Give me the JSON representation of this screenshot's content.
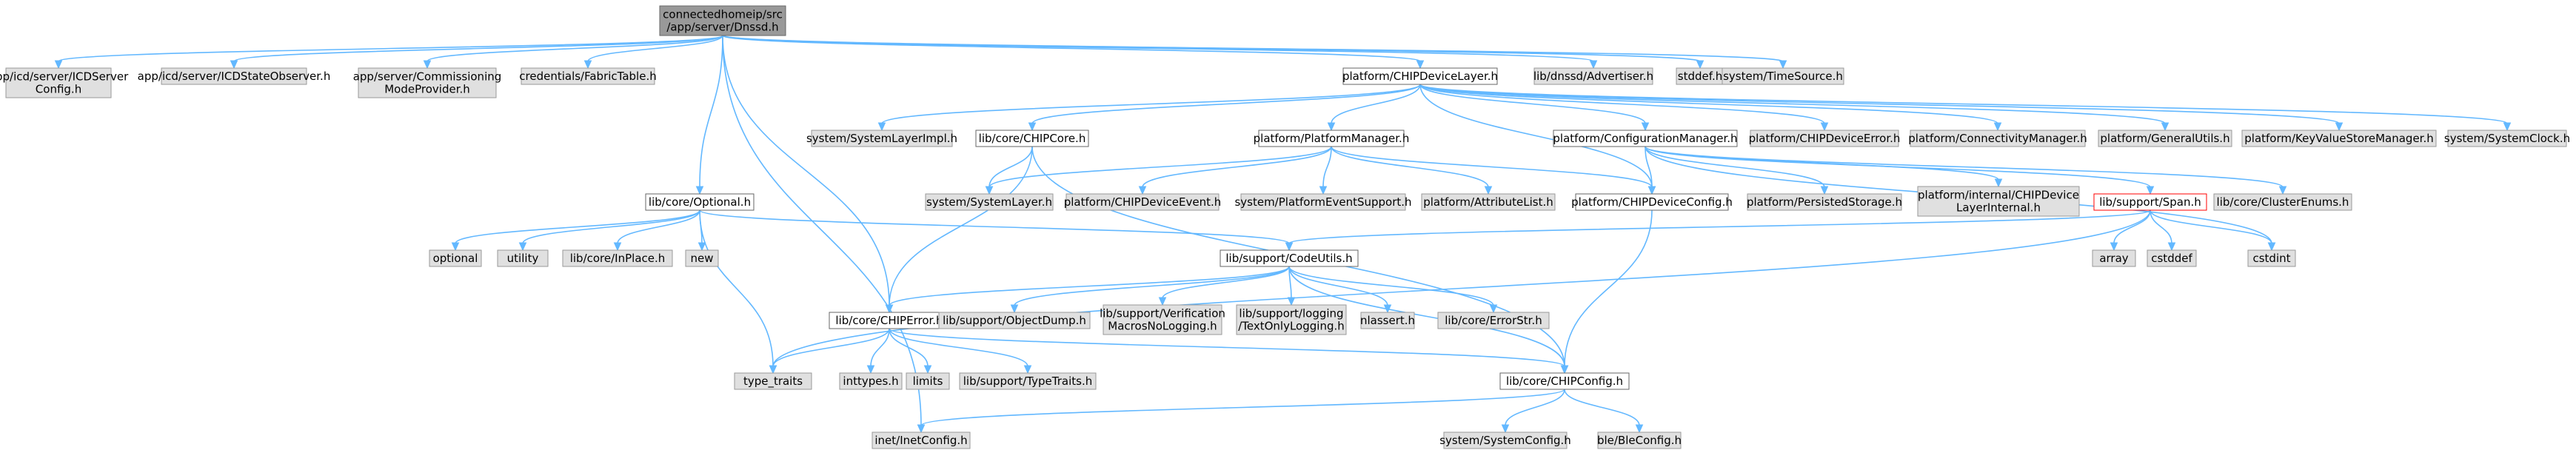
{
  "style": {
    "edge_color": "#63b8ff",
    "root_fill": "#999999",
    "root_stroke": "#666666",
    "linked_fill": "#ffffff",
    "linked_stroke": "#666666",
    "external_fill": "#e0e0e0",
    "external_stroke": "#999999",
    "highlight_stroke": "#ff0000",
    "highlight_text": "#ff0000"
  },
  "nodes": [
    {
      "id": "root",
      "kind": "root",
      "lines": [
        "connectedhomeip/src",
        "/app/server/Dnssd.h"
      ]
    },
    {
      "id": "icd_config",
      "kind": "external",
      "lines": [
        "app/icd/server/ICDServer",
        "Config.h"
      ]
    },
    {
      "id": "icd_observer",
      "kind": "external",
      "lines": [
        "app/icd/server/ICDStateObserver.h"
      ]
    },
    {
      "id": "commissioning",
      "kind": "external",
      "lines": [
        "app/server/Commissioning",
        "ModeProvider.h"
      ]
    },
    {
      "id": "fabric",
      "kind": "external",
      "lines": [
        "credentials/FabricTable.h"
      ]
    },
    {
      "id": "devicelayer",
      "kind": "linked",
      "lines": [
        "platform/CHIPDeviceLayer.h"
      ]
    },
    {
      "id": "advertiser",
      "kind": "external",
      "lines": [
        "lib/dnssd/Advertiser.h"
      ]
    },
    {
      "id": "stddef",
      "kind": "external",
      "lines": [
        "stddef.h"
      ]
    },
    {
      "id": "timesource",
      "kind": "external",
      "lines": [
        "system/TimeSource.h"
      ]
    },
    {
      "id": "syslayerimpl",
      "kind": "external",
      "lines": [
        "system/SystemLayerImpl.h"
      ]
    },
    {
      "id": "chipcore",
      "kind": "linked",
      "lines": [
        "lib/core/CHIPCore.h"
      ]
    },
    {
      "id": "platformmgr",
      "kind": "linked",
      "lines": [
        "platform/PlatformManager.h"
      ]
    },
    {
      "id": "configmgr",
      "kind": "linked",
      "lines": [
        "platform/ConfigurationManager.h"
      ]
    },
    {
      "id": "deviceerror",
      "kind": "external",
      "lines": [
        "platform/CHIPDeviceError.h"
      ]
    },
    {
      "id": "connmgr",
      "kind": "external",
      "lines": [
        "platform/ConnectivityManager.h"
      ]
    },
    {
      "id": "generalutils",
      "kind": "external",
      "lines": [
        "platform/GeneralUtils.h"
      ]
    },
    {
      "id": "kvstore",
      "kind": "external",
      "lines": [
        "platform/KeyValueStoreManager.h"
      ]
    },
    {
      "id": "sysclock",
      "kind": "external",
      "lines": [
        "system/SystemClock.h"
      ]
    },
    {
      "id": "optional",
      "kind": "linked",
      "lines": [
        "lib/core/Optional.h"
      ]
    },
    {
      "id": "syslayer",
      "kind": "external",
      "lines": [
        "system/SystemLayer.h"
      ]
    },
    {
      "id": "deviceevent",
      "kind": "external",
      "lines": [
        "platform/CHIPDeviceEvent.h"
      ]
    },
    {
      "id": "eventsupport",
      "kind": "external",
      "lines": [
        "system/PlatformEventSupport.h"
      ]
    },
    {
      "id": "attrlist",
      "kind": "external",
      "lines": [
        "platform/AttributeList.h"
      ]
    },
    {
      "id": "deviceconfig",
      "kind": "linked",
      "lines": [
        "platform/CHIPDeviceConfig.h"
      ]
    },
    {
      "id": "persisted",
      "kind": "external",
      "lines": [
        "platform/PersistedStorage.h"
      ]
    },
    {
      "id": "devlayerint",
      "kind": "external",
      "lines": [
        "platform/internal/CHIPDevice",
        "LayerInternal.h"
      ]
    },
    {
      "id": "span",
      "kind": "highlight",
      "lines": [
        "lib/support/Span.h"
      ]
    },
    {
      "id": "clusterenums",
      "kind": "external",
      "lines": [
        "lib/core/ClusterEnums.h"
      ]
    },
    {
      "id": "std_optional",
      "kind": "external",
      "lines": [
        "optional"
      ]
    },
    {
      "id": "utility",
      "kind": "external",
      "lines": [
        "utility"
      ]
    },
    {
      "id": "inplace",
      "kind": "external",
      "lines": [
        "lib/core/InPlace.h"
      ]
    },
    {
      "id": "new",
      "kind": "external",
      "lines": [
        "new"
      ]
    },
    {
      "id": "codeutils",
      "kind": "linked",
      "lines": [
        "lib/support/CodeUtils.h"
      ]
    },
    {
      "id": "array",
      "kind": "external",
      "lines": [
        "array"
      ]
    },
    {
      "id": "cstddef",
      "kind": "external",
      "lines": [
        "cstddef"
      ]
    },
    {
      "id": "cstdint",
      "kind": "external",
      "lines": [
        "cstdint"
      ]
    },
    {
      "id": "chiperror",
      "kind": "linked",
      "lines": [
        "lib/core/CHIPError.h"
      ]
    },
    {
      "id": "objectdump",
      "kind": "external",
      "lines": [
        "lib/support/ObjectDump.h"
      ]
    },
    {
      "id": "verification",
      "kind": "external",
      "lines": [
        "lib/support/Verification",
        "MacrosNoLogging.h"
      ]
    },
    {
      "id": "textonly",
      "kind": "external",
      "lines": [
        "lib/support/logging",
        "/TextOnlyLogging.h"
      ]
    },
    {
      "id": "nlassert",
      "kind": "external",
      "lines": [
        "nlassert.h"
      ]
    },
    {
      "id": "errorstr",
      "kind": "external",
      "lines": [
        "lib/core/ErrorStr.h"
      ]
    },
    {
      "id": "typetraits",
      "kind": "external",
      "lines": [
        "type_traits"
      ]
    },
    {
      "id": "inttypes",
      "kind": "external",
      "lines": [
        "inttypes.h"
      ]
    },
    {
      "id": "limits",
      "kind": "external",
      "lines": [
        "limits"
      ]
    },
    {
      "id": "suptypetraits",
      "kind": "external",
      "lines": [
        "lib/support/TypeTraits.h"
      ]
    },
    {
      "id": "chipconfig",
      "kind": "linked",
      "lines": [
        "lib/core/CHIPConfig.h"
      ]
    },
    {
      "id": "inetconfig",
      "kind": "external",
      "lines": [
        "inet/InetConfig.h"
      ]
    },
    {
      "id": "sysconfig",
      "kind": "external",
      "lines": [
        "system/SystemConfig.h"
      ]
    },
    {
      "id": "bleconfig",
      "kind": "external",
      "lines": [
        "ble/BleConfig.h"
      ]
    }
  ],
  "edges": [
    [
      "root",
      "icd_config"
    ],
    [
      "root",
      "icd_observer"
    ],
    [
      "root",
      "commissioning"
    ],
    [
      "root",
      "fabric"
    ],
    [
      "root",
      "devicelayer"
    ],
    [
      "root",
      "advertiser"
    ],
    [
      "root",
      "stddef"
    ],
    [
      "root",
      "timesource"
    ],
    [
      "root",
      "optional"
    ],
    [
      "root",
      "chiperror"
    ],
    [
      "root",
      "inetconfig"
    ],
    [
      "devicelayer",
      "syslayerimpl"
    ],
    [
      "devicelayer",
      "chipcore"
    ],
    [
      "devicelayer",
      "platformmgr"
    ],
    [
      "devicelayer",
      "configmgr"
    ],
    [
      "devicelayer",
      "deviceconfig"
    ],
    [
      "devicelayer",
      "deviceerror"
    ],
    [
      "devicelayer",
      "connmgr"
    ],
    [
      "devicelayer",
      "generalutils"
    ],
    [
      "devicelayer",
      "kvstore"
    ],
    [
      "devicelayer",
      "sysclock"
    ],
    [
      "chipcore",
      "syslayer"
    ],
    [
      "chipcore",
      "chiperror"
    ],
    [
      "chipcore",
      "chipconfig"
    ],
    [
      "platformmgr",
      "syslayer"
    ],
    [
      "platformmgr",
      "deviceevent"
    ],
    [
      "platformmgr",
      "eventsupport"
    ],
    [
      "platformmgr",
      "attrlist"
    ],
    [
      "platformmgr",
      "deviceconfig"
    ],
    [
      "configmgr",
      "deviceconfig"
    ],
    [
      "configmgr",
      "persisted"
    ],
    [
      "configmgr",
      "devlayerint"
    ],
    [
      "configmgr",
      "span"
    ],
    [
      "configmgr",
      "clusterenums"
    ],
    [
      "configmgr",
      "cstdint"
    ],
    [
      "optional",
      "std_optional"
    ],
    [
      "optional",
      "utility"
    ],
    [
      "optional",
      "inplace"
    ],
    [
      "optional",
      "new"
    ],
    [
      "optional",
      "codeutils"
    ],
    [
      "optional",
      "typetraits"
    ],
    [
      "deviceconfig",
      "chipconfig"
    ],
    [
      "span",
      "array"
    ],
    [
      "span",
      "cstddef"
    ],
    [
      "span",
      "cstdint"
    ],
    [
      "span",
      "codeutils"
    ],
    [
      "span",
      "typetraits"
    ],
    [
      "codeutils",
      "chiperror"
    ],
    [
      "codeutils",
      "objectdump"
    ],
    [
      "codeutils",
      "verification"
    ],
    [
      "codeutils",
      "textonly"
    ],
    [
      "codeutils",
      "nlassert"
    ],
    [
      "codeutils",
      "errorstr"
    ],
    [
      "codeutils",
      "chipconfig"
    ],
    [
      "chiperror",
      "typetraits"
    ],
    [
      "chiperror",
      "inttypes"
    ],
    [
      "chiperror",
      "limits"
    ],
    [
      "chiperror",
      "suptypetraits"
    ],
    [
      "chiperror",
      "chipconfig"
    ],
    [
      "chipconfig",
      "inetconfig"
    ],
    [
      "chipconfig",
      "sysconfig"
    ],
    [
      "chipconfig",
      "bleconfig"
    ]
  ]
}
